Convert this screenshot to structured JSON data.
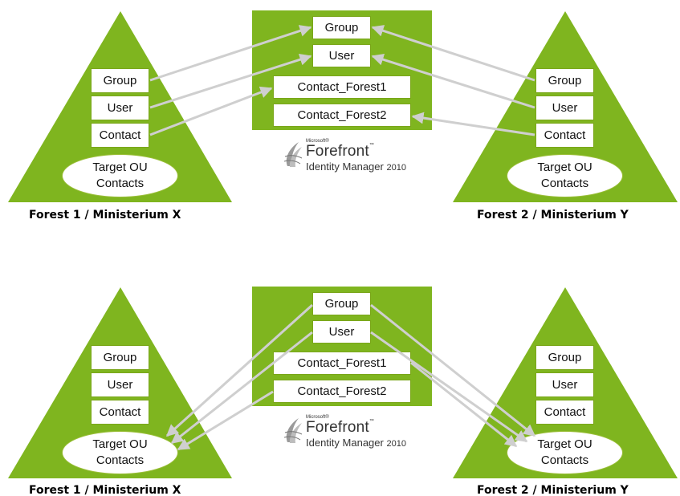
{
  "colors": {
    "green": "#7fb51f",
    "arrow": "#cfcfcf",
    "white": "#ffffff"
  },
  "product": {
    "vendor": "Microsoft®",
    "name": "Forefront",
    "subtitle": "Identity Manager",
    "version": "2010"
  },
  "panels": [
    {
      "forest1": {
        "caption": "Forest 1 / Ministerium X",
        "items": [
          "Group",
          "User",
          "Contact"
        ],
        "target_line1": "Target OU",
        "target_line2": "Contacts"
      },
      "forest2": {
        "caption": "Forest 2 / Ministerium Y",
        "items": [
          "Group",
          "User",
          "Contact"
        ],
        "target_line1": "Target OU",
        "target_line2": "Contacts"
      },
      "fim": {
        "items": [
          "Group",
          "User",
          "Contact_Forest1",
          "Contact_Forest2"
        ]
      }
    },
    {
      "forest1": {
        "caption": "Forest 1 / Ministerium X",
        "items": [
          "Group",
          "User",
          "Contact"
        ],
        "target_line1": "Target OU",
        "target_line2": "Contacts"
      },
      "forest2": {
        "caption": "Forest 2 / Ministerium Y",
        "items": [
          "Group",
          "User",
          "Contact"
        ],
        "target_line1": "Target OU",
        "target_line2": "Contacts"
      },
      "fim": {
        "items": [
          "Group",
          "User",
          "Contact_Forest1",
          "Contact_Forest2"
        ]
      }
    }
  ]
}
